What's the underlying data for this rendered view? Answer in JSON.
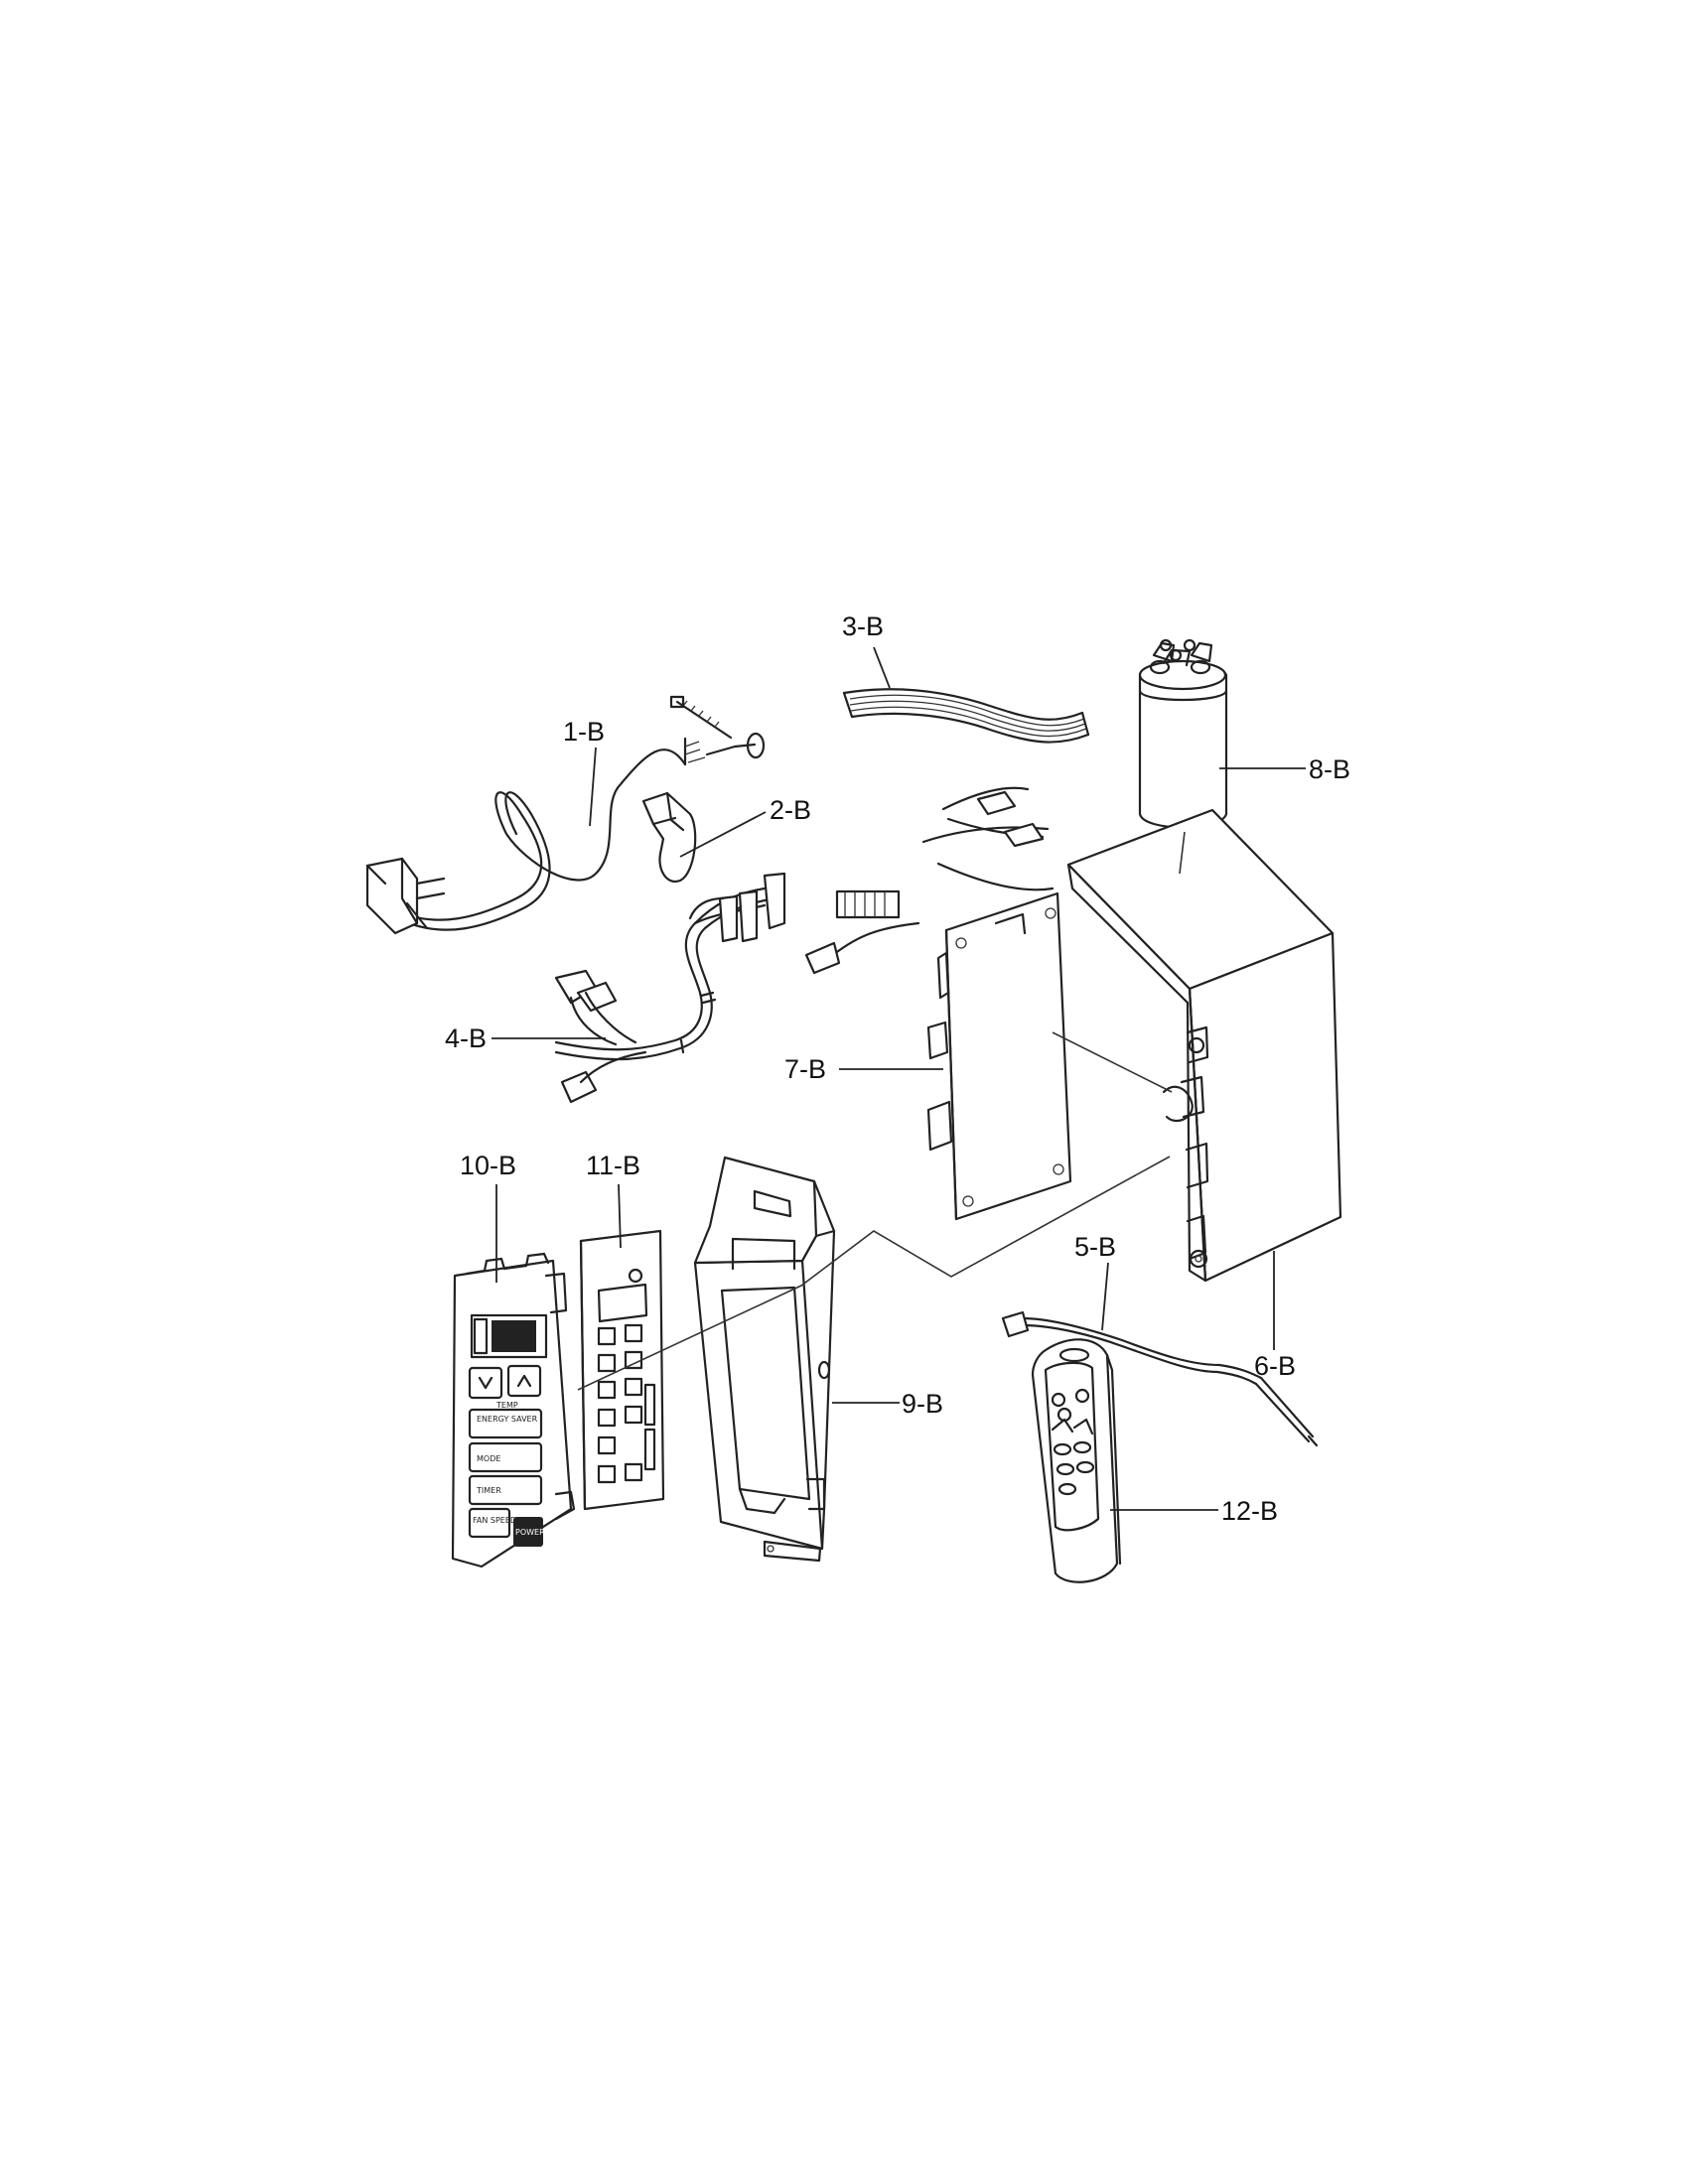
{
  "diagram": {
    "labels": {
      "p1": "1-B",
      "p2": "2-B",
      "p3": "3-B",
      "p4": "4-B",
      "p5": "5-B",
      "p6": "6-B",
      "p7": "7-B",
      "p8": "8-B",
      "p9": "9-B",
      "p10": "10-B",
      "p11": "11-B",
      "p12": "12-B"
    },
    "control_panel": {
      "temp": "TEMP",
      "energy": "ENERGY SAVER",
      "mode": "MODE",
      "timer": "TIMER",
      "fan": "FAN SPEED",
      "power": "POWER"
    }
  }
}
